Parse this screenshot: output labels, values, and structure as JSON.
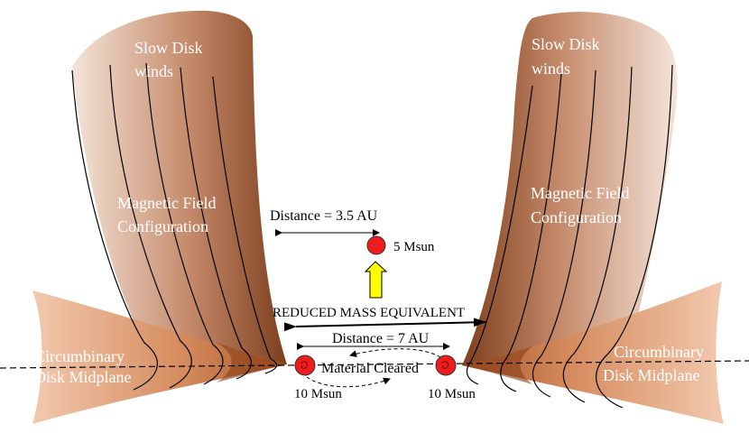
{
  "labels": {
    "slow_disk_left_1": "Slow Disk",
    "slow_disk_left_2": "winds",
    "slow_disk_right_1": "Slow Disk",
    "slow_disk_right_2": "winds",
    "mag_left_1": "Magnetic Field",
    "mag_left_2": "Configuration",
    "mag_right_1": "Magnetic Field",
    "mag_right_2": "Configuration",
    "distance_small": "Distance =  3.5  AU",
    "mass_small": "5 Msun",
    "reduced_mass": "REDUCED MASS  EQUIVALENT",
    "distance_large": "Distance =  7  AU",
    "material_cleared": "Material Cleared",
    "mass_left": "10 Msun",
    "mass_right": "10 Msun",
    "circumbinary_left_1": "Circumbinary",
    "circumbinary_left_2": "Disk Midplane",
    "circumbinary_right_1": "Circumbinary",
    "circumbinary_right_2": "Disk Midplane"
  },
  "colors": {
    "wind_dark": "#8b4a22",
    "wind_light": "#ffffff",
    "disk_dark": "#a8572a",
    "disk_light": "#f7d8c2",
    "star": "#ee1c1c",
    "arrow_yellow": "#ffff00"
  }
}
